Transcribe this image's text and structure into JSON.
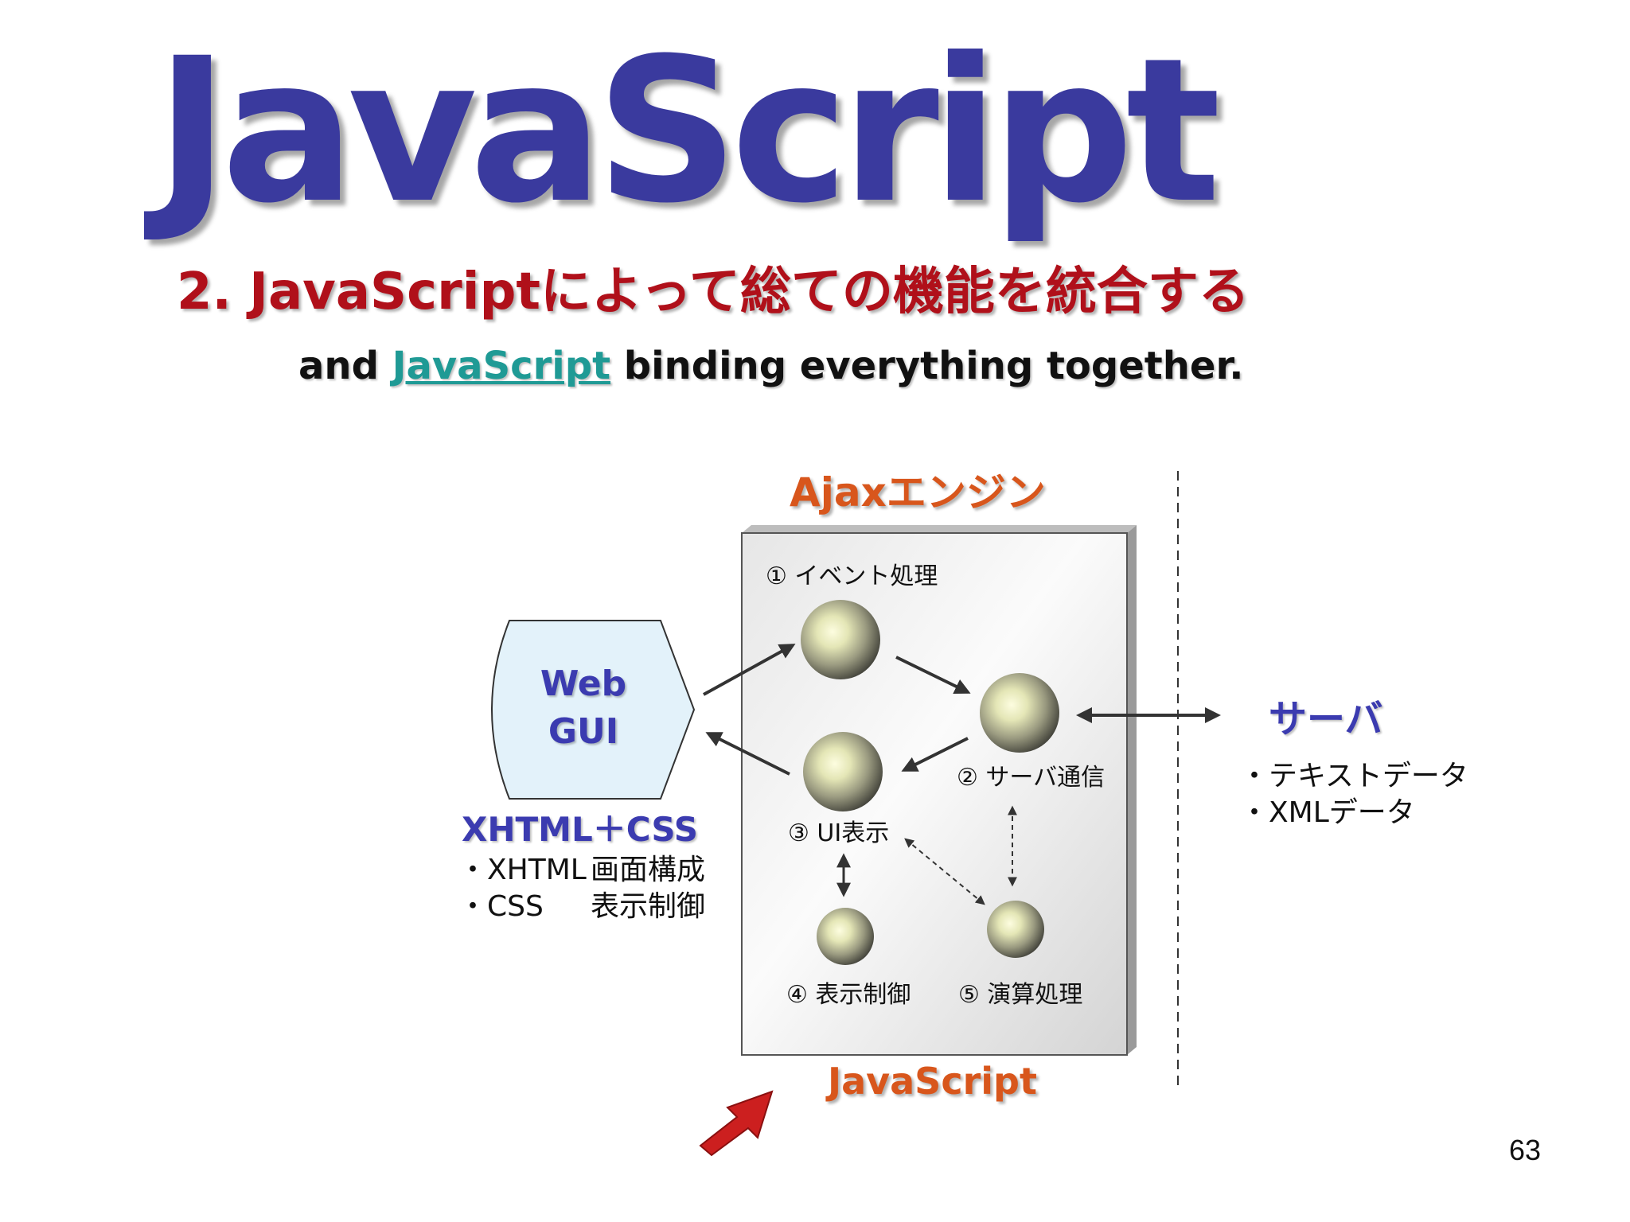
{
  "slide": {
    "title": "JavaScript",
    "subtitle": "2. JavaScriptによって総ての機能を統合する",
    "english": {
      "before": "and ",
      "link": "JavaScript",
      "after": " binding everything together."
    },
    "page_number": "63"
  },
  "diagram": {
    "engine_title": "Ajaxエンジン",
    "engine_footer": "JavaScript",
    "web_gui": {
      "line1": "Web",
      "line2": "GUI"
    },
    "xhtml_css": {
      "title": "XHTML＋CSS",
      "items": [
        {
          "term": "・XHTML",
          "desc": "画面構成"
        },
        {
          "term": "・CSS",
          "desc": "表示制御"
        }
      ]
    },
    "server": {
      "title": "サーバ",
      "items": [
        "・テキストデータ",
        "・XMLデータ"
      ]
    },
    "nodes": {
      "event": "① イベント処理",
      "server_comm": "② サーバ通信",
      "ui_display": "③ UI表示",
      "display_control": "④ 表示制御",
      "computation": "⑤ 演算処理"
    },
    "colors": {
      "engine_title": "#d8561c",
      "web_gui_text": "#3b3bb0",
      "web_gui_fill": "#e3f2fa",
      "red_arrow": "#cc1f1f"
    }
  }
}
